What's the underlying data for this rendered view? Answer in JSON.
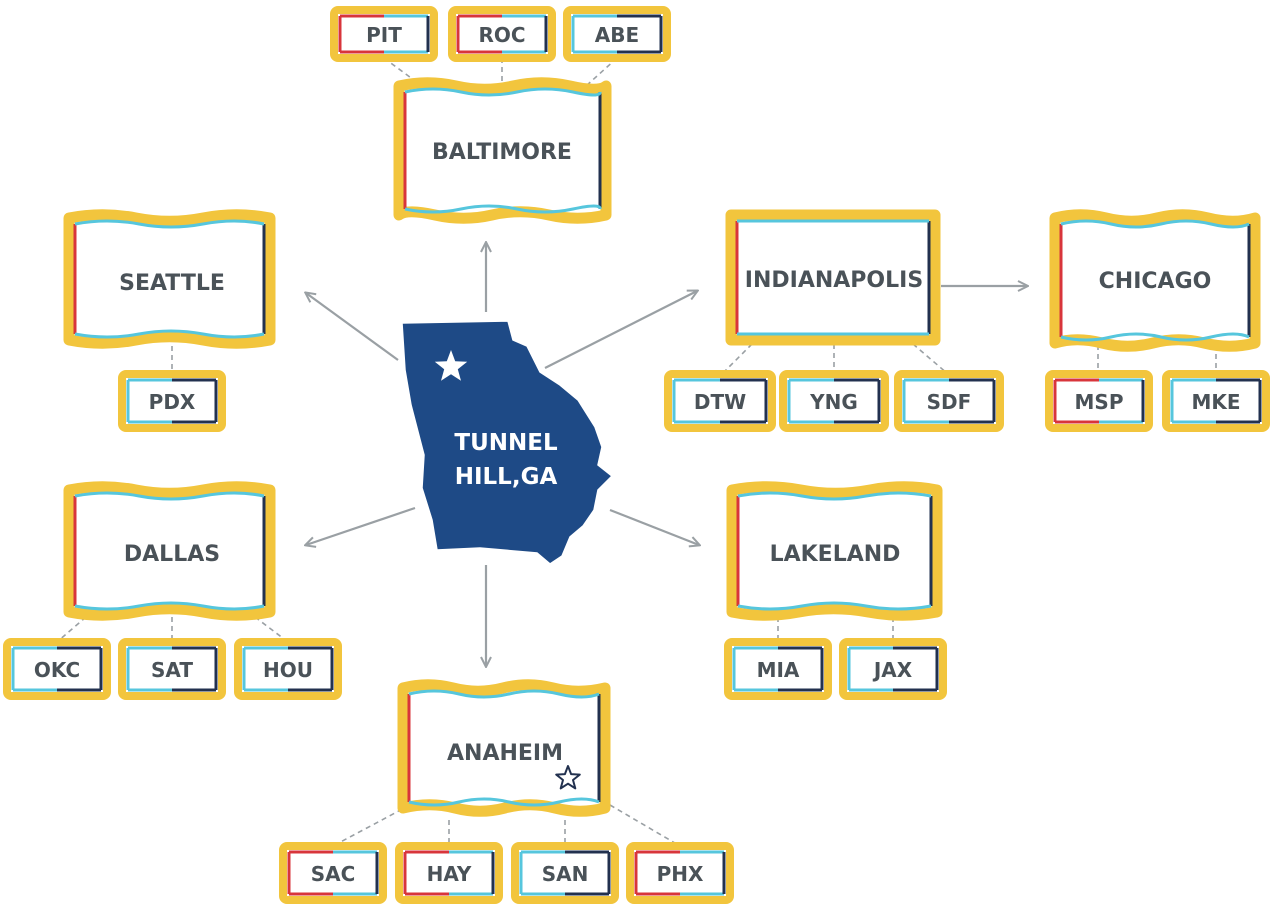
{
  "hub": {
    "label_line1": "TUNNEL",
    "label_line2": "HILL,GA"
  },
  "colors": {
    "navy": "#1e4a86",
    "outline_yellow": "#f2c53d",
    "stripe_red": "#d8353b",
    "stripe_cyan": "#56c6dd",
    "stripe_dark": "#22314f",
    "connector": "#9aa0a4",
    "text": "#4a5258"
  },
  "cities": {
    "baltimore": {
      "label": "BALTIMORE",
      "codes": [
        "PIT",
        "ROC",
        "ABE"
      ]
    },
    "seattle": {
      "label": "SEATTLE",
      "codes": [
        "PDX"
      ]
    },
    "indianapolis": {
      "label": "INDIANAPOLIS",
      "codes": [
        "DTW",
        "YNG",
        "SDF"
      ]
    },
    "chicago": {
      "label": "CHICAGO",
      "codes": [
        "MSP",
        "MKE"
      ]
    },
    "dallas": {
      "label": "DALLAS",
      "codes": [
        "OKC",
        "SAT",
        "HOU"
      ]
    },
    "lakeland": {
      "label": "LAKELAND",
      "codes": [
        "MIA",
        "JAX"
      ]
    },
    "anaheim": {
      "label": "ANAHEIM",
      "codes": [
        "SAC",
        "HAY",
        "SAN",
        "PHX"
      ]
    }
  },
  "icons": {
    "hub_star": "star-icon",
    "anaheim_star": "star-outline-icon"
  }
}
